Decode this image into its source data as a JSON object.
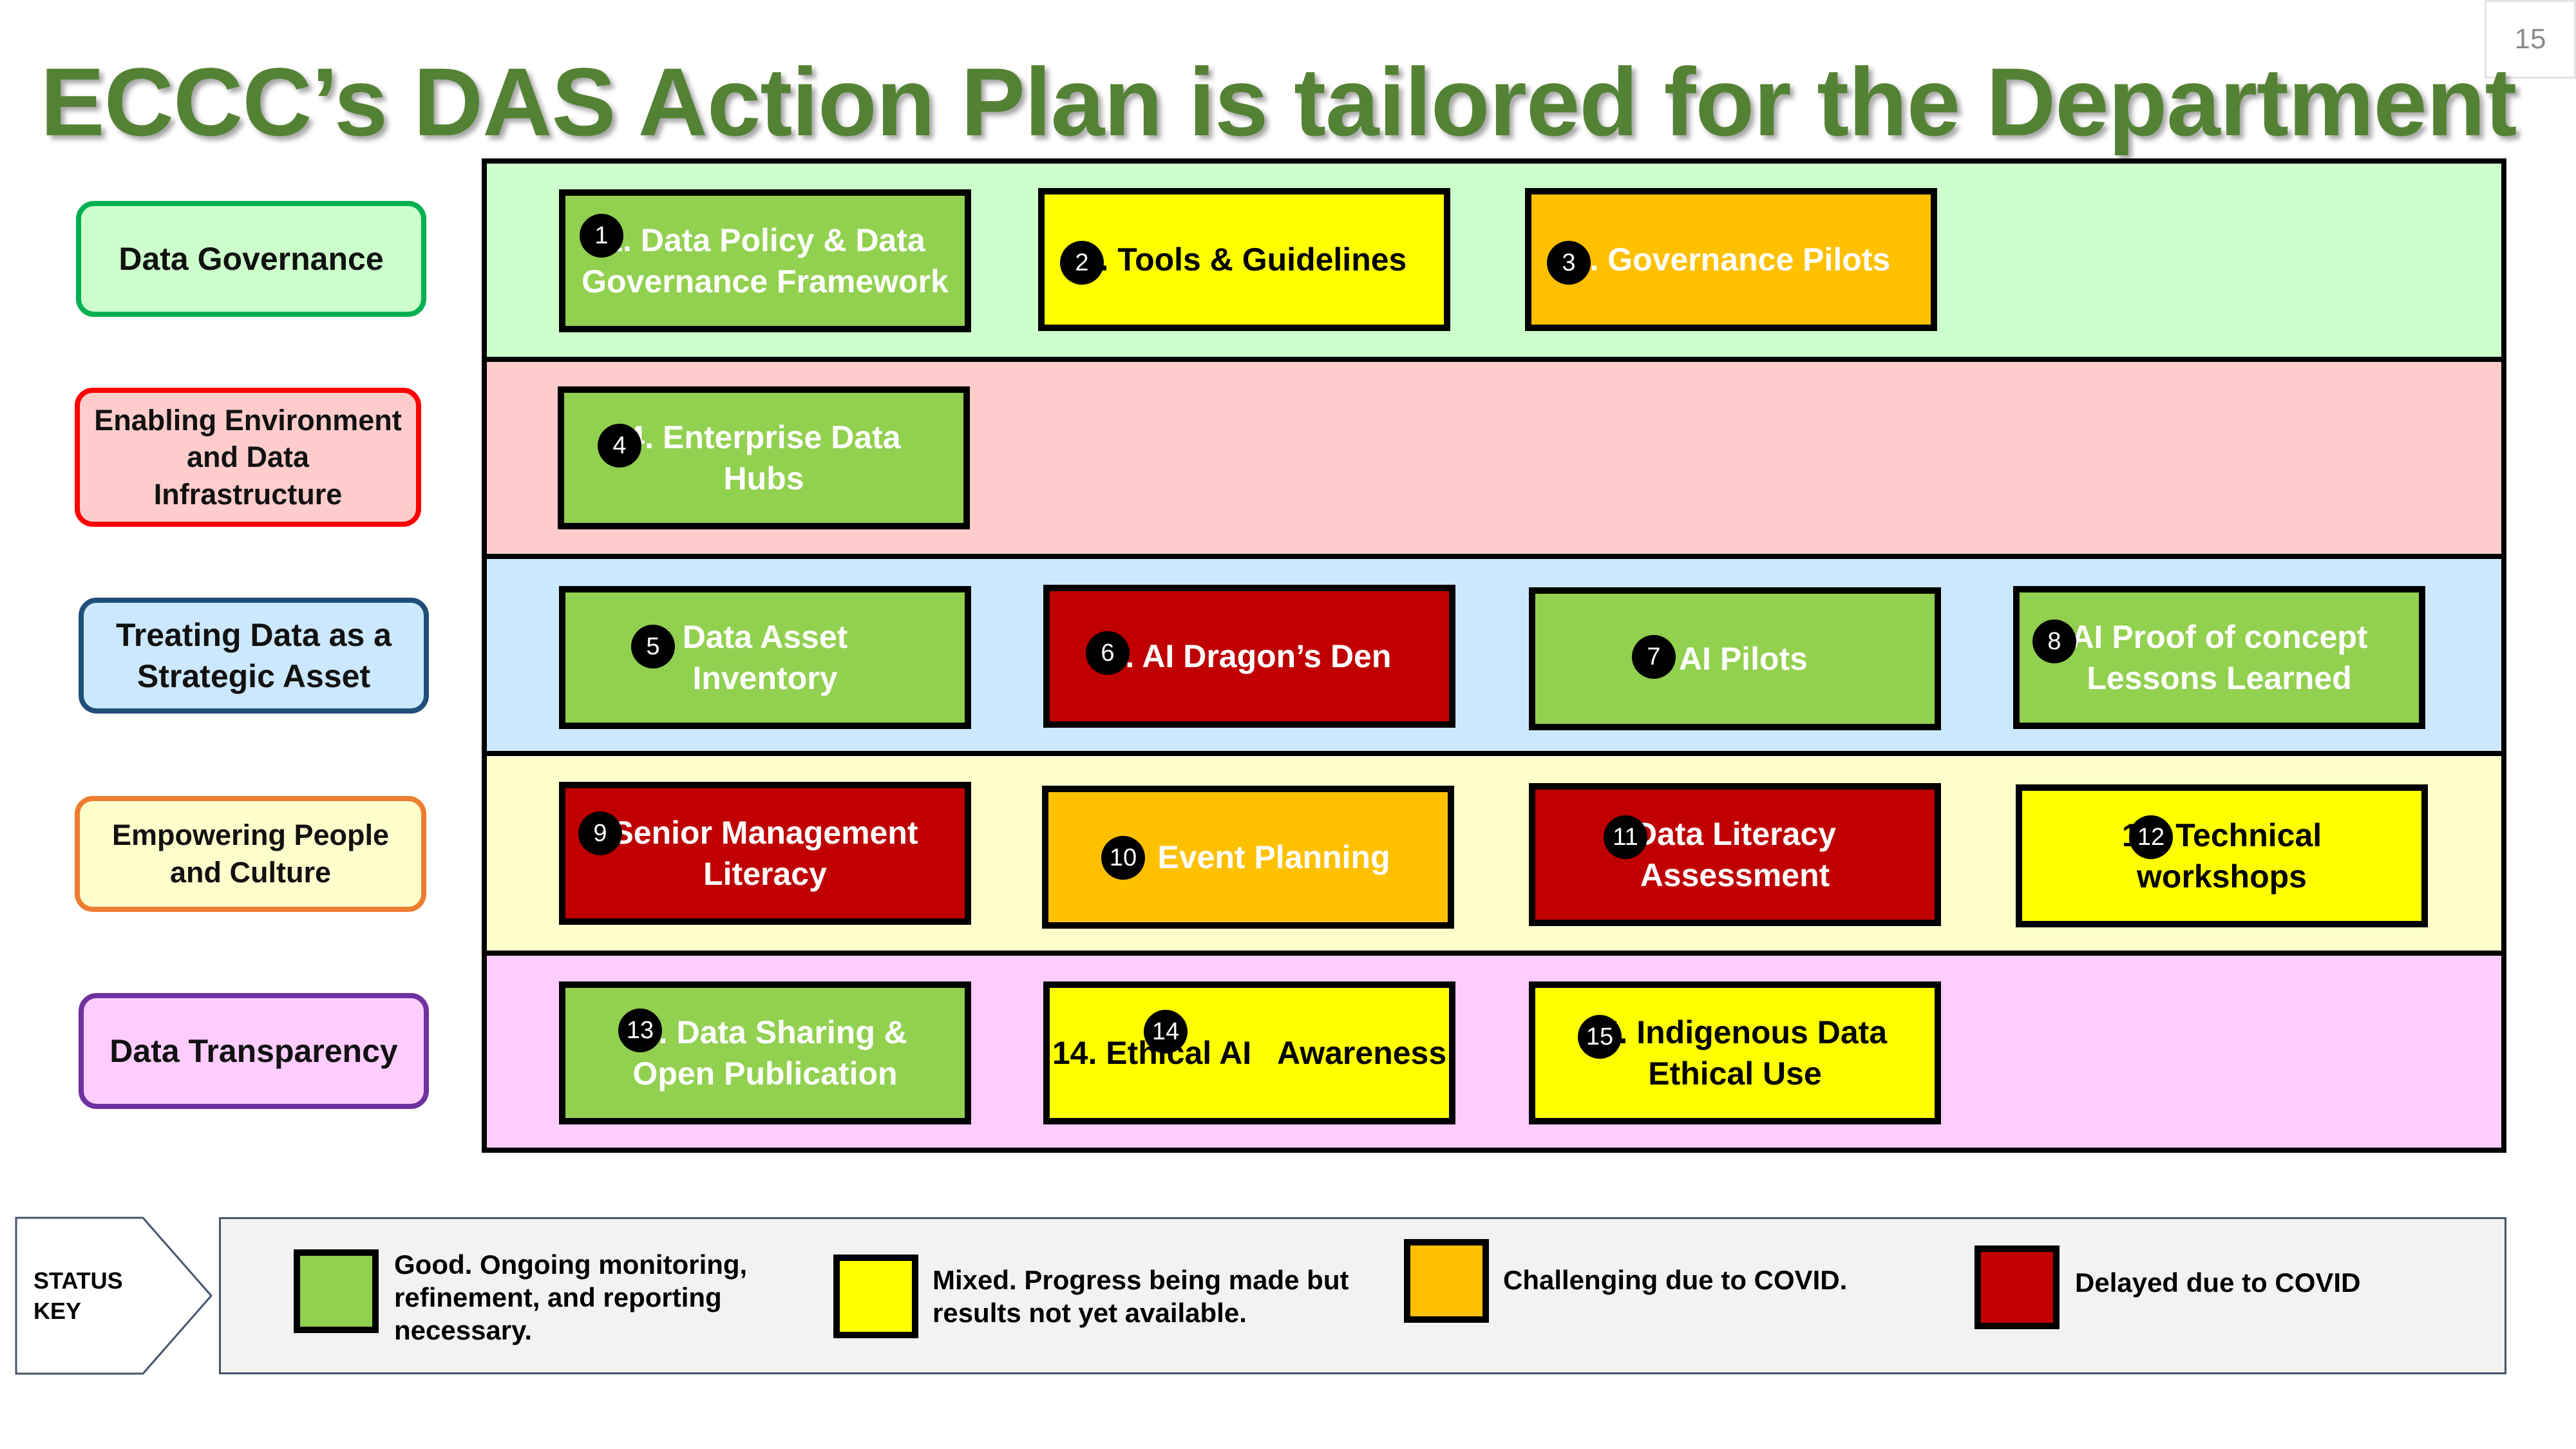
{
  "page_number": "15",
  "title": "ECCC’s DAS Action Plan is tailored for the Department",
  "categories": [
    {
      "label": "Data Governance"
    },
    {
      "label": "Enabling Environment and Data Infrastructure"
    },
    {
      "label": "Treating Data as a Strategic Asset"
    },
    {
      "label": "Empowering People and Culture"
    },
    {
      "label": "Data Transparency"
    }
  ],
  "items": [
    {
      "number": "1",
      "label": "1. Data Policy & Data Governance Framework",
      "status": "green"
    },
    {
      "number": "2",
      "label": "2. Tools & Guidelines",
      "status": "yellow"
    },
    {
      "number": "3",
      "label": "3. Governance Pilots",
      "status": "orange"
    },
    {
      "number": "4",
      "label": "4. Enterprise Data Hubs",
      "status": "green"
    },
    {
      "number": "5",
      "label": "Data Asset Inventory",
      "status": "green"
    },
    {
      "number": "6",
      "label": "6. AI Dragon’s Den",
      "status": "red"
    },
    {
      "number": "7",
      "label": ". AI Pilots",
      "status": "green"
    },
    {
      "number": "8",
      "label": "AI Proof of concept Lessons Learned",
      "status": "green"
    },
    {
      "number": "9",
      "label": "Senior Management Literacy",
      "status": "red"
    },
    {
      "number": "10",
      "label": "Event Planning",
      "status": "orange"
    },
    {
      "number": "11",
      "label": "Data Literacy Assessment",
      "status": "red"
    },
    {
      "number": "12",
      "label": "12. Technical workshops",
      "status": "yellow"
    },
    {
      "number": "13",
      "label": "13. Data Sharing & Open Publication",
      "status": "green"
    },
    {
      "number": "14",
      "label": "14. Ethical AI   Awareness",
      "status": "yellow"
    },
    {
      "number": "15",
      "label": "15. Indigenous Data Ethical Use",
      "status": "yellow"
    }
  ],
  "status_key": {
    "label": "STATUS KEY",
    "entries": [
      {
        "color": "#92d050",
        "text": "Good. Ongoing monitoring, refinement, and reporting necessary."
      },
      {
        "color": "#ffff00",
        "text": "Mixed. Progress being made but results not yet available."
      },
      {
        "color": "#ffc000",
        "text": "Challenging due to COVID."
      },
      {
        "color": "#c00000",
        "text": "Delayed due to COVID"
      }
    ]
  },
  "colors": {
    "title": "#548235",
    "green": "#92d050",
    "yellow": "#ffff00",
    "orange": "#ffc000",
    "red": "#c00000",
    "band_governance": "#ccffcc",
    "band_environment": "#ffcccc",
    "band_asset": "#cce8ff",
    "band_people": "#ffffcc",
    "band_transparency": "#ffccff"
  }
}
